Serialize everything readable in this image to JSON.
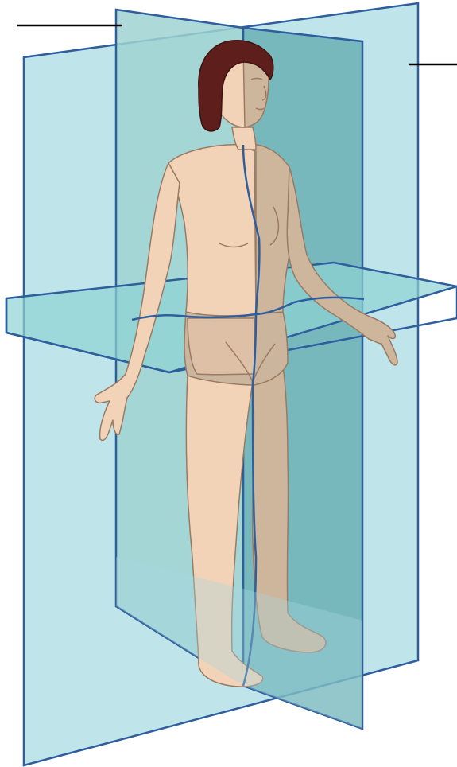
{
  "figure": {
    "subject": "anatomical-planes",
    "planes": [
      {
        "id": "frontal-plane",
        "fill": "#a9dbe3",
        "edge": "#2f5e9e"
      },
      {
        "id": "sagittal-plane",
        "fill": "#8ecac8",
        "edge": "#2f5e9e"
      },
      {
        "id": "transverse-plane",
        "fill": "#7ecfcc",
        "edge": "#2f5e9e"
      }
    ],
    "labels": [],
    "leader_lines": [
      "top-left-leader",
      "top-right-leader"
    ],
    "colors": {
      "skin": "#f2d3b7",
      "skin_shadow": "#cdb69c",
      "skin_outline": "#9a7a63",
      "hair": "#5e1f1c",
      "leader": "#000000"
    }
  }
}
